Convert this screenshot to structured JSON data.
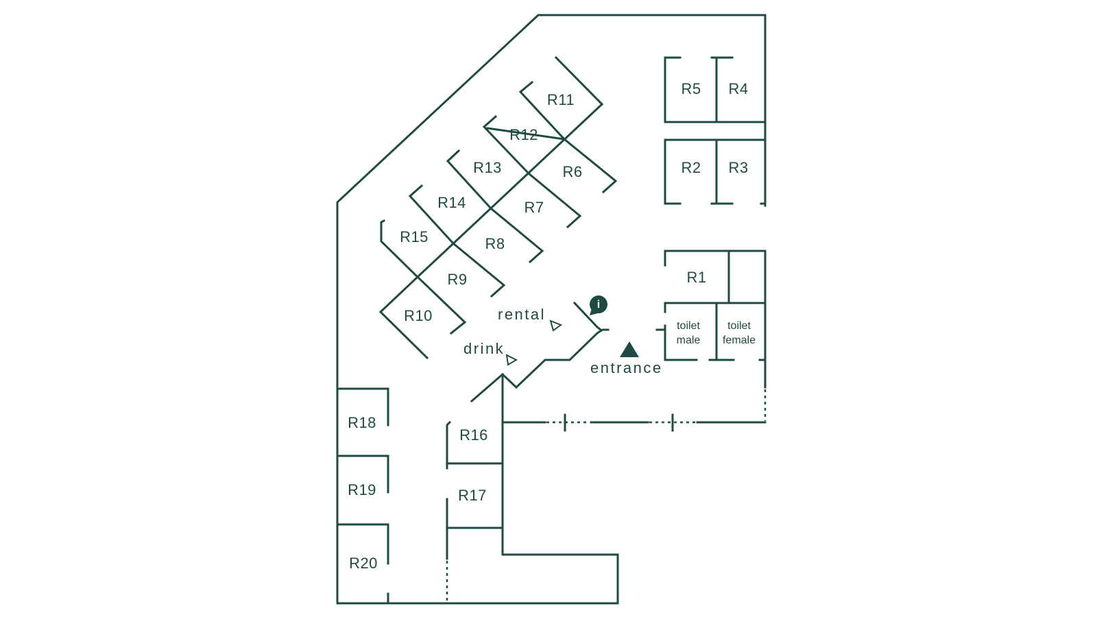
{
  "colors": {
    "line": "#1d4a42",
    "background": "#ffffff"
  },
  "rooms": {
    "r1": "R1",
    "r2": "R2",
    "r3": "R3",
    "r4": "R4",
    "r5": "R5",
    "r6": "R6",
    "r7": "R7",
    "r8": "R8",
    "r9": "R9",
    "r10": "R10",
    "r11": "R11",
    "r12": "R12",
    "r13": "R13",
    "r14": "R14",
    "r15": "R15",
    "r16": "R16",
    "r17": "R17",
    "r18": "R18",
    "r19": "R19",
    "r20": "R20"
  },
  "toilets": {
    "male_line1": "toilet",
    "male_line2": "male",
    "female_line1": "toilet",
    "female_line2": "female"
  },
  "labels": {
    "rental": "rental",
    "drink": "drink",
    "entrance": "entrance",
    "info": "i"
  },
  "icons": {
    "info": "info-icon",
    "entrance": "entrance-marker-icon",
    "rental": "rental-pointer-icon",
    "drink": "drink-pointer-icon"
  }
}
